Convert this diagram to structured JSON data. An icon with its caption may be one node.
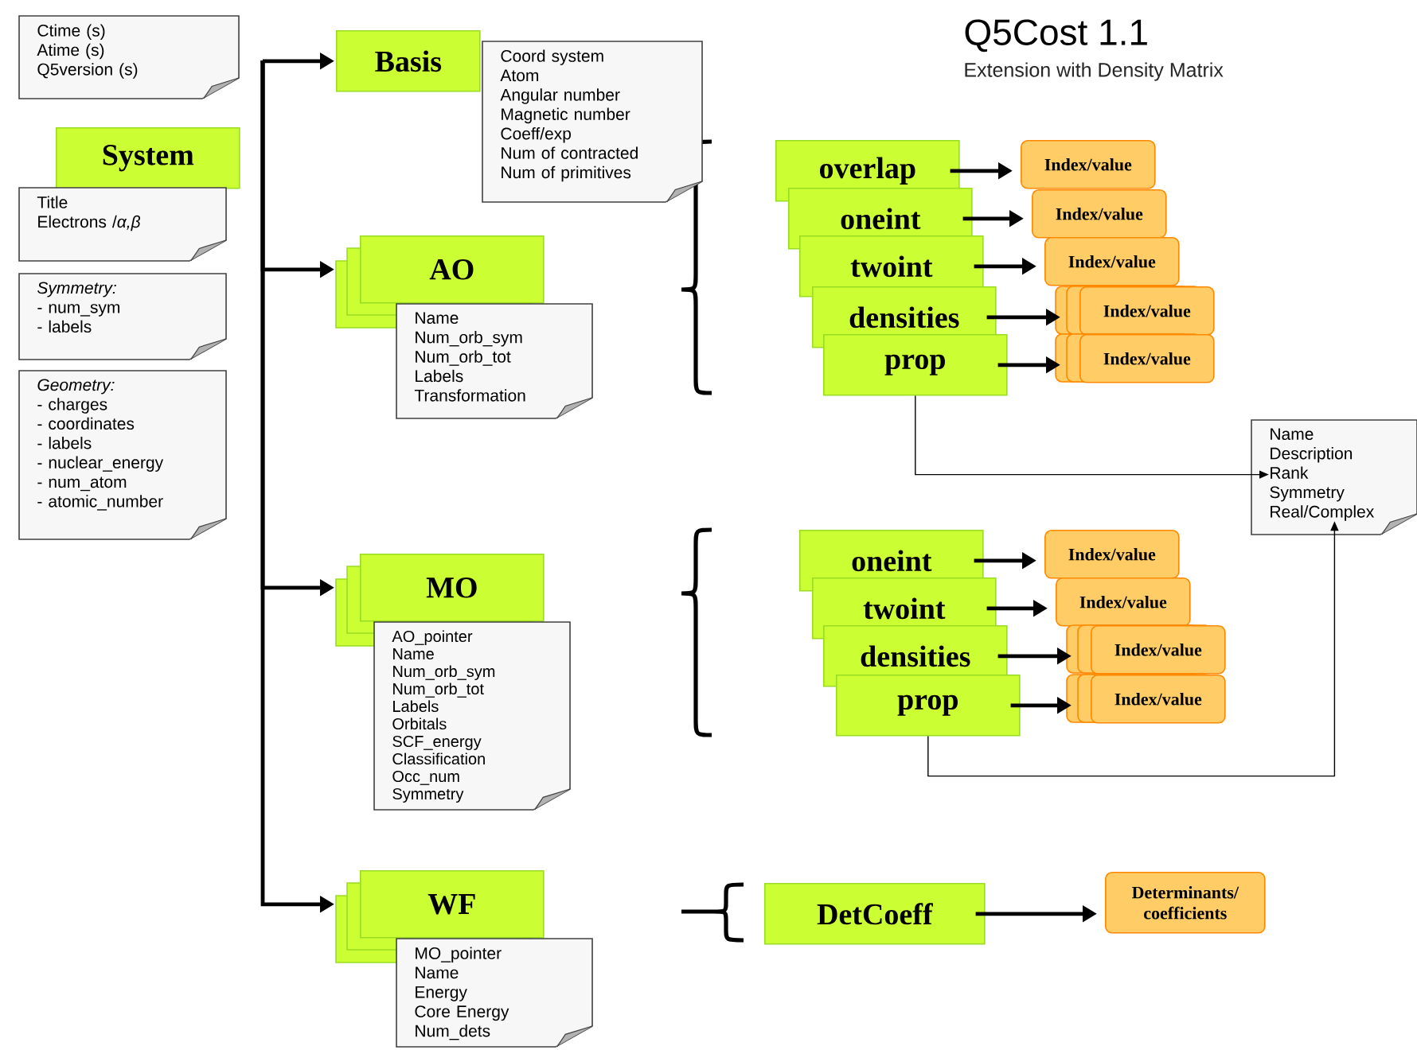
{
  "diagram": {
    "title": "Q5Cost 1.1",
    "nodes": [
      {
        "text": [
          "Ctime (s)",
          "Atime (s)",
          "Q5version (s)"
        ]
      },
      {
        "text": [
          "System"
        ]
      },
      {
        "text": [
          "Title",
          "Electrons /*α,β*"
        ]
      },
      {
        "text": [
          "Symmetry:",
          "- num_sym",
          "- labels"
        ]
      },
      {
        "text": [
          "Geometry:",
          "- charges",
          "- coordinates",
          "- labels",
          "- nuclear_energy",
          "- num_atom",
          "- atomic_number"
        ]
      },
      {
        "text": [
          "Basis"
        ]
      },
      {
        "text": [
          "Coord system",
          "Atom",
          "Angular number",
          "Magnetic number",
          "Coeff/exp",
          "Num of contracted",
          "Num of primitives"
        ]
      },
      {
        "text": [
          "AO"
        ]
      },
      {
        "text": [
          "Name",
          "Num_orb_sym",
          "Num_orb_tot",
          "Labels",
          "Transformation"
        ]
      },
      {
        "text": [
          "MO"
        ]
      },
      {
        "text": [
          "AO_pointer",
          "Name",
          "Num_orb_sym",
          "Num_orb_tot",
          "Labels",
          "Orbitals",
          "SCF_energy",
          "Classification",
          "Occ_num",
          "Symmetry"
        ]
      },
      {
        "text": [
          "WF"
        ]
      },
      {
        "text": [
          "MO_pointer",
          "Name",
          "Energy",
          "Core Energy",
          "Num_dets"
        ]
      },
      {
        "text": [
          "overlap"
        ]
      },
      {
        "text": [
          "oneint"
        ]
      },
      {
        "text": [
          "twoint"
        ]
      },
      {
        "text": [
          "densities"
        ]
      },
      {
        "text": [
          "prop"
        ]
      },
      {
        "text": [
          "Index/value"
        ]
      },
      {
        "text": [
          "Index/value"
        ]
      },
      {
        "text": [
          "Index/value"
        ]
      },
      {
        "text": [
          "Index/value"
        ]
      },
      {
        "text": [
          "Index/value"
        ]
      },
      {
        "text": [
          "Name",
          "Description",
          "Rank",
          "Symmetry",
          "Real/Complex"
        ]
      },
      {
        "text": [
          "oneint"
        ]
      },
      {
        "text": [
          "twoint"
        ]
      },
      {
        "text": [
          "densities"
        ]
      },
      {
        "text": [
          "prop"
        ]
      },
      {
        "text": [
          "Index/value"
        ]
      },
      {
        "text": [
          "Index/value"
        ]
      },
      {
        "text": [
          "Index/value"
        ]
      },
      {
        "text": [
          "Index/value"
        ]
      },
      {
        "text": [
          "DetCoeff"
        ]
      },
      {
        "text": [
          "Determinants/ coefficients"
        ]
      }
    ],
    "edges": [
      {
        "from": null,
        "to": 5,
        "arrow": "to"
      },
      {
        "from": null,
        "to": 7,
        "arrow": "to"
      },
      {
        "from": null,
        "to": 9,
        "arrow": "to"
      },
      {
        "from": null,
        "to": 11,
        "arrow": "to"
      },
      {
        "from": 13,
        "to": 18,
        "arrow": "to"
      },
      {
        "from": 14,
        "to": 19,
        "arrow": "to"
      },
      {
        "from": 15,
        "to": 20,
        "arrow": "to"
      },
      {
        "from": 16,
        "to": 21,
        "arrow": "to"
      },
      {
        "from": 17,
        "to": 22,
        "arrow": "to"
      },
      {
        "from": 17,
        "to": 23,
        "arrow": "to"
      },
      {
        "from": 24,
        "to": 28,
        "arrow": "to"
      },
      {
        "from": 25,
        "to": 29,
        "arrow": "to"
      },
      {
        "from": 26,
        "to": 30,
        "arrow": "to"
      },
      {
        "from": 27,
        "to": 31,
        "arrow": "to"
      },
      {
        "from": 27,
        "to": 23,
        "arrow": "to"
      },
      {
        "from": 32,
        "to": 33,
        "arrow": "to"
      }
    ],
    "labels": [
      "Extension with Density Matrix"
    ]
  }
}
